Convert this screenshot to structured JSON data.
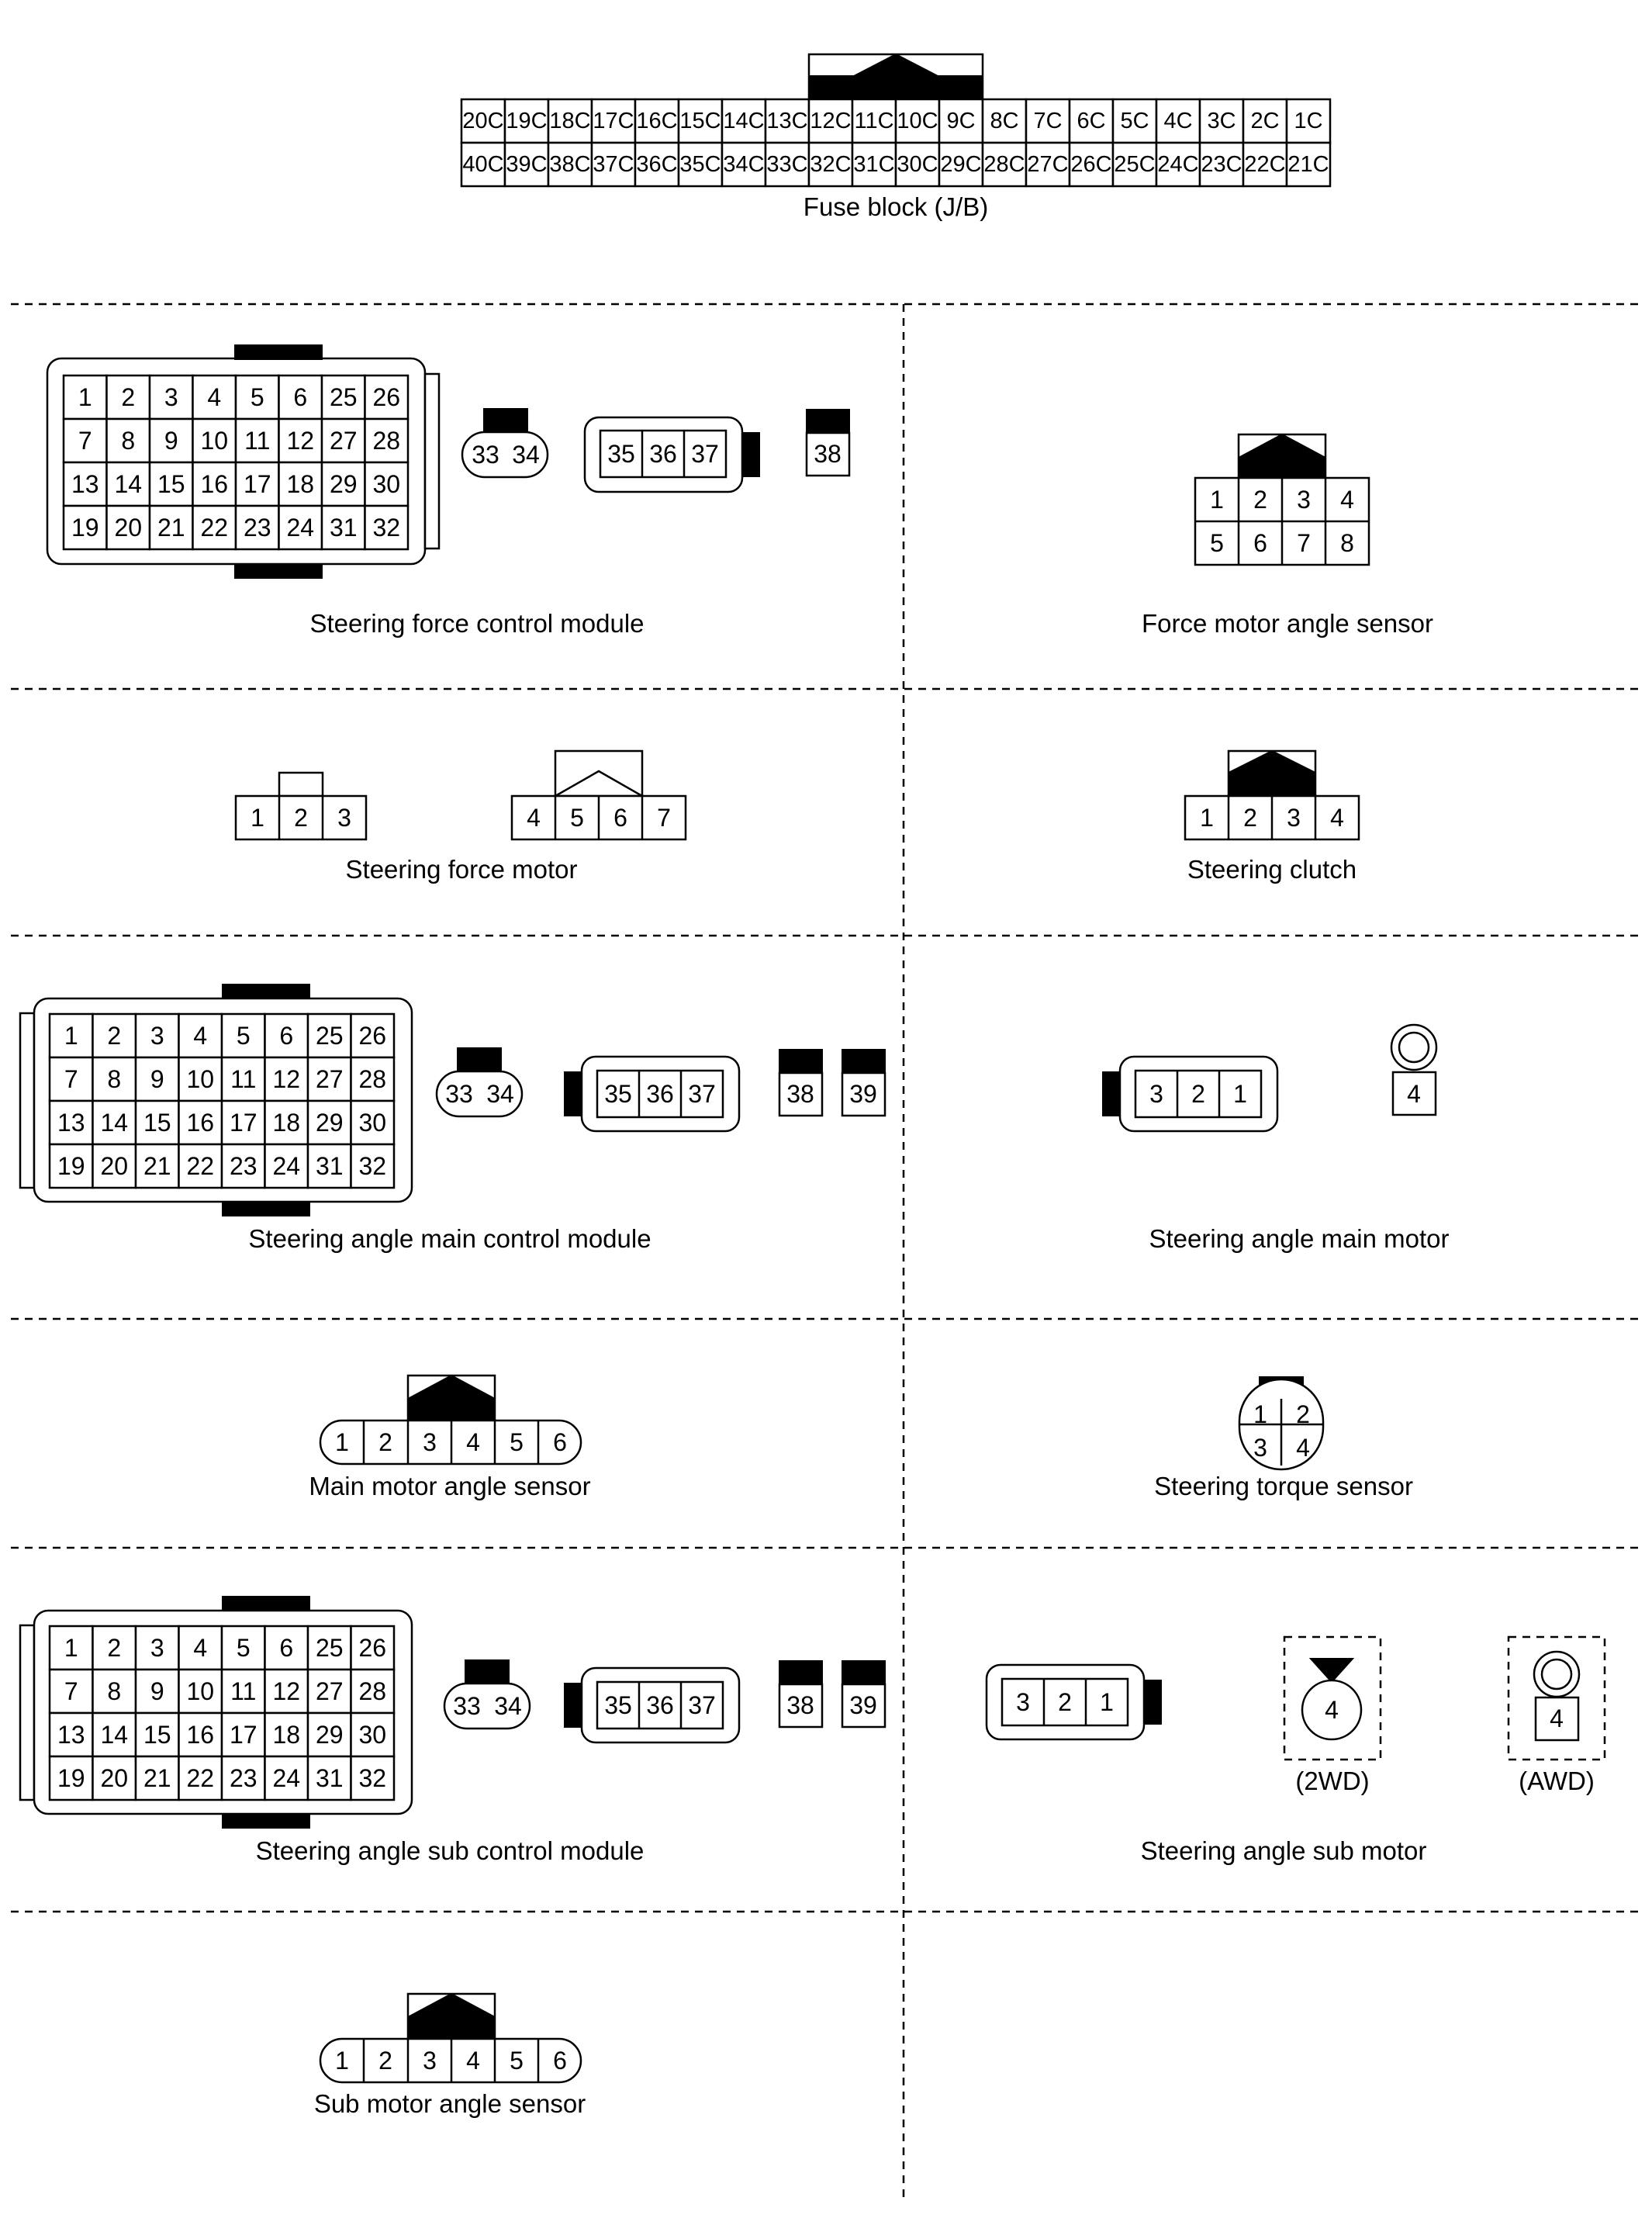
{
  "fuse_block": {
    "label": "Fuse block (J/B)",
    "row1": [
      "20C",
      "19C",
      "18C",
      "17C",
      "16C",
      "15C",
      "14C",
      "13C",
      "12C",
      "11C",
      "10C",
      "9C",
      "8C",
      "7C",
      "6C",
      "5C",
      "4C",
      "3C",
      "2C",
      "1C"
    ],
    "row2": [
      "40C",
      "39C",
      "38C",
      "37C",
      "36C",
      "35C",
      "34C",
      "33C",
      "32C",
      "31C",
      "30C",
      "29C",
      "28C",
      "27C",
      "26C",
      "25C",
      "24C",
      "23C",
      "22C",
      "21C"
    ]
  },
  "module_grid": [
    [
      "1",
      "2",
      "3",
      "4",
      "5",
      "6",
      "25",
      "26"
    ],
    [
      "7",
      "8",
      "9",
      "10",
      "11",
      "12",
      "27",
      "28"
    ],
    [
      "13",
      "14",
      "15",
      "16",
      "17",
      "18",
      "29",
      "30"
    ],
    [
      "19",
      "20",
      "21",
      "22",
      "23",
      "24",
      "31",
      "32"
    ]
  ],
  "steering_force_control_module": {
    "label": "Steering force control module",
    "pair": [
      "33",
      "34"
    ],
    "triple": [
      "35",
      "36",
      "37"
    ],
    "single": [
      "38"
    ]
  },
  "force_motor_angle_sensor": {
    "label": "Force motor angle sensor",
    "row1": [
      "1",
      "2",
      "3",
      "4"
    ],
    "row2": [
      "5",
      "6",
      "7",
      "8"
    ]
  },
  "steering_force_motor": {
    "label": "Steering force motor",
    "part1": [
      "1",
      "2",
      "3"
    ],
    "part2": [
      "4",
      "5",
      "6",
      "7"
    ]
  },
  "steering_clutch": {
    "label": "Steering clutch",
    "pins": [
      "1",
      "2",
      "3",
      "4"
    ]
  },
  "steering_angle_main_control_module": {
    "label": "Steering angle main control module",
    "pair": [
      "33",
      "34"
    ],
    "triple": [
      "35",
      "36",
      "37"
    ],
    "singles": [
      "38",
      "39"
    ]
  },
  "steering_angle_main_motor": {
    "label": "Steering angle main motor",
    "triple": [
      "3",
      "2",
      "1"
    ],
    "single": [
      "4"
    ]
  },
  "main_motor_angle_sensor": {
    "label": "Main motor angle sensor",
    "pins": [
      "1",
      "2",
      "3",
      "4",
      "5",
      "6"
    ]
  },
  "steering_torque_sensor": {
    "label": "Steering torque sensor",
    "top": [
      "1",
      "2"
    ],
    "bottom": [
      "3",
      "4"
    ]
  },
  "steering_angle_sub_control_module": {
    "label": "Steering angle sub control module",
    "pair": [
      "33",
      "34"
    ],
    "triple": [
      "35",
      "36",
      "37"
    ],
    "singles": [
      "38",
      "39"
    ]
  },
  "steering_angle_sub_motor": {
    "label": "Steering angle sub motor",
    "triple": [
      "3",
      "2",
      "1"
    ],
    "variant_2wd": {
      "pin": "4",
      "label": "(2WD)"
    },
    "variant_awd": {
      "pin": "4",
      "label": "(AWD)"
    }
  },
  "sub_motor_angle_sensor": {
    "label": "Sub motor angle sensor",
    "pins": [
      "1",
      "2",
      "3",
      "4",
      "5",
      "6"
    ]
  }
}
